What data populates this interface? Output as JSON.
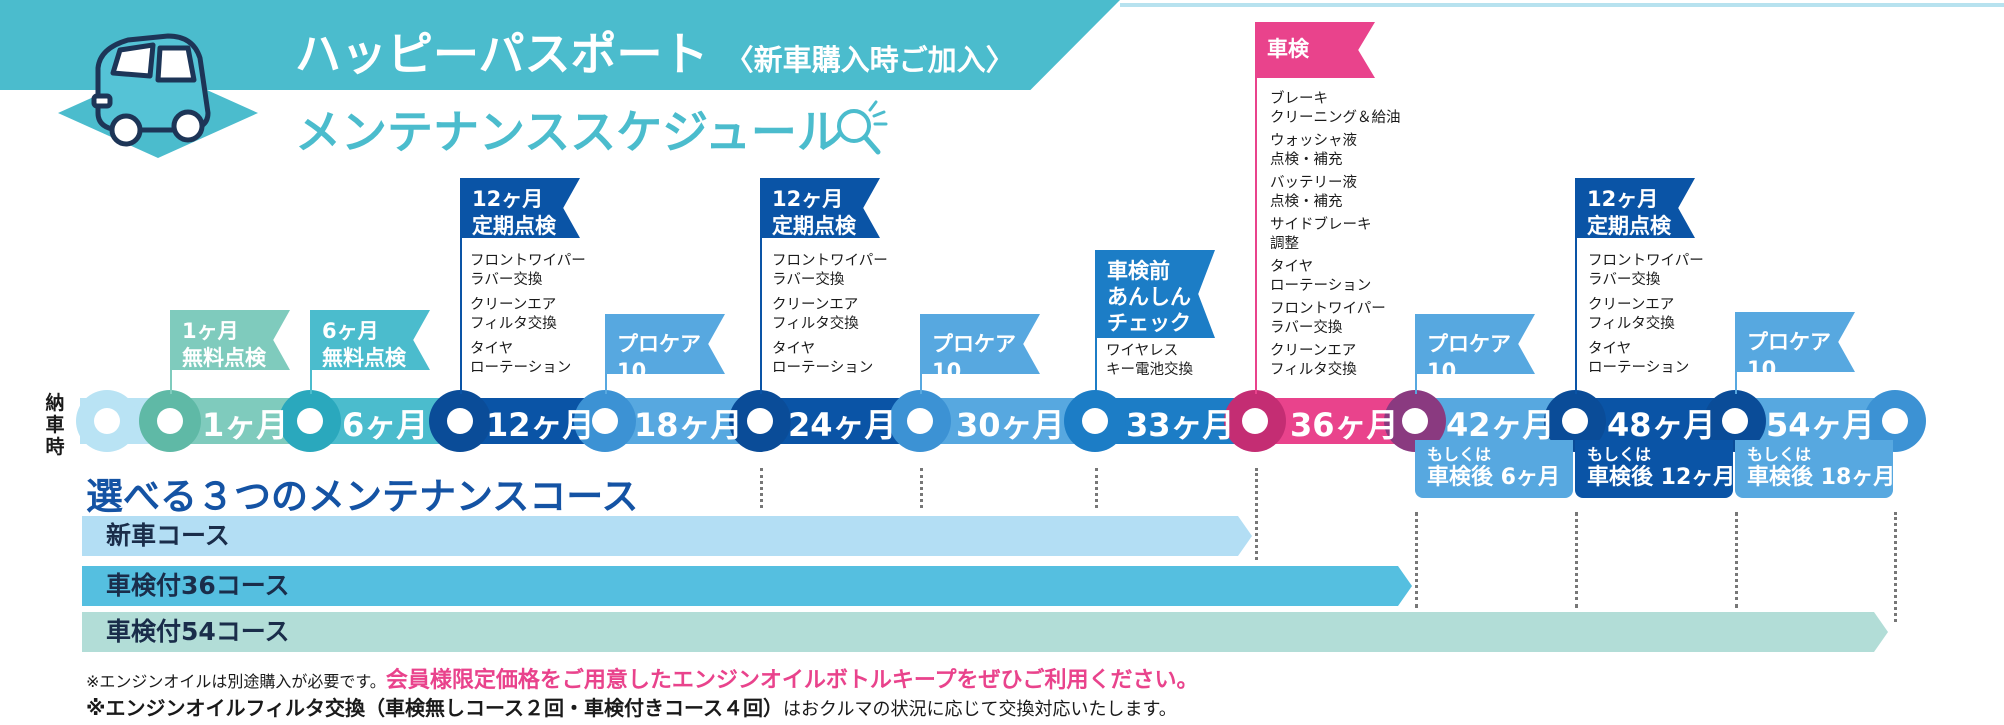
{
  "header": {
    "title": "ハッピーパスポート",
    "title_note": "〈新車購入時ご加入〉",
    "subtitle": "メンテナンススケジュール"
  },
  "start_label": "納車時",
  "timeline": [
    {
      "month": "1ヶ月"
    },
    {
      "month": "6ヶ月"
    },
    {
      "month": "12ヶ月"
    },
    {
      "month": "18ヶ月"
    },
    {
      "month": "24ヶ月"
    },
    {
      "month": "30ヶ月"
    },
    {
      "month": "33ヶ月"
    },
    {
      "month": "36ヶ月"
    },
    {
      "month": "42ヶ月"
    },
    {
      "month": "48ヶ月"
    },
    {
      "month": "54ヶ月"
    }
  ],
  "flags": {
    "m1": {
      "line1": "1ヶ月",
      "line2": "無料点検"
    },
    "m6": {
      "line1": "6ヶ月",
      "line2": "無料点検"
    },
    "m12": {
      "line1": "12ヶ月",
      "line2": "定期点検",
      "items": [
        "フロントワイパー",
        "ラバー交換",
        "クリーンエア",
        "フィルタ交換",
        "タイヤ",
        "ローテーション"
      ]
    },
    "m18": {
      "line1": "プロケア10"
    },
    "m24": {
      "line1": "12ヶ月",
      "line2": "定期点検",
      "items": [
        "フロントワイパー",
        "ラバー交換",
        "クリーンエア",
        "フィルタ交換",
        "タイヤ",
        "ローテーション"
      ]
    },
    "m30": {
      "line1": "プロケア10"
    },
    "m33": {
      "line1": "車検前",
      "line2": "あんしん",
      "line3": "チェック",
      "items": [
        "ワイヤレス",
        "キー電池交換"
      ]
    },
    "m36": {
      "line1": "車検",
      "items": [
        "ブレーキ",
        "クリーニング＆給油",
        "ウォッシャ液",
        "点検・補充",
        "バッテリー液",
        "点検・補充",
        "サイドブレーキ",
        "調整",
        "タイヤ",
        "ローテーション",
        "フロントワイパー",
        "ラバー交換",
        "クリーンエア",
        "フィルタ交換"
      ]
    },
    "m42": {
      "line1": "プロケア10"
    },
    "m48": {
      "line1": "12ヶ月",
      "line2": "定期点検",
      "items": [
        "フロントワイパー",
        "ラバー交換",
        "クリーンエア",
        "フィルタ交換",
        "タイヤ",
        "ローテーション"
      ]
    },
    "m54": {
      "line1": "プロケア10"
    }
  },
  "alt_labels": [
    {
      "small": "もしくは",
      "big": "車検後 6ヶ月"
    },
    {
      "small": "もしくは",
      "big": "車検後 12ヶ月"
    },
    {
      "small": "もしくは",
      "big": "車検後 18ヶ月"
    }
  ],
  "courses_title": "選べる３つのメンテナンスコース",
  "courses": [
    {
      "name": "新車コース",
      "color": "#b3def4"
    },
    {
      "name": "車検付36コース",
      "color": "#55bfe0"
    },
    {
      "name": "車検付54コース",
      "color": "#b2ddd7"
    }
  ],
  "notes": {
    "line1_prefix": "※エンジンオイルは別途購入が必要です。",
    "line1_highlight": "会員様限定価格をご用意したエンジンオイルボトルキープをぜひご利用ください。",
    "line2_bold": "※エンジンオイルフィルタ交換（車検無しコース２回・車検付きコース４回）",
    "line2_rest": "はおクルマの状況に応じて交換対応いたします。"
  },
  "colors": {
    "teal": "#4bbccd",
    "mint": "#7fcbbd",
    "dark_blue": "#0a54a6",
    "light_blue": "#57a8e0",
    "mid_blue": "#1c7dc6",
    "pink": "#e9438c",
    "purple": "#8a3a80"
  },
  "icons": [
    "car-icon",
    "magnifier-icon"
  ]
}
